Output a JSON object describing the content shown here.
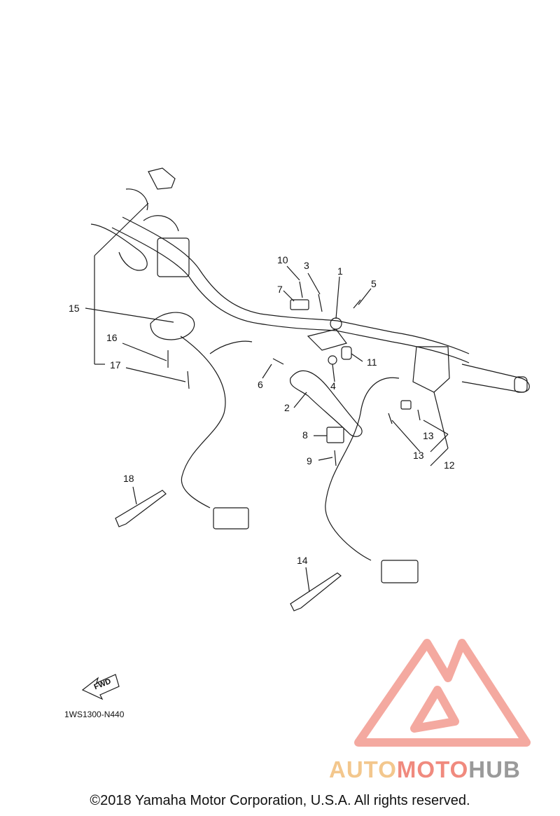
{
  "callouts": [
    {
      "id": "1",
      "text": "1"
    },
    {
      "id": "2",
      "text": "2"
    },
    {
      "id": "3",
      "text": "3"
    },
    {
      "id": "4",
      "text": "4"
    },
    {
      "id": "5",
      "text": "5"
    },
    {
      "id": "6",
      "text": "6"
    },
    {
      "id": "7",
      "text": "7"
    },
    {
      "id": "8",
      "text": "8"
    },
    {
      "id": "9",
      "text": "9"
    },
    {
      "id": "10",
      "text": "10"
    },
    {
      "id": "11",
      "text": "11"
    },
    {
      "id": "12",
      "text": "12"
    },
    {
      "id": "13a",
      "text": "13"
    },
    {
      "id": "13b",
      "text": "13"
    },
    {
      "id": "14",
      "text": "14"
    },
    {
      "id": "15",
      "text": "15"
    },
    {
      "id": "16",
      "text": "16"
    },
    {
      "id": "17",
      "text": "17"
    },
    {
      "id": "18",
      "text": "18"
    }
  ],
  "fwd_label": "FWD",
  "diagram_code": "1WS1300-N440",
  "copyright": "©2018 Yamaha Motor Corporation, U.S.A. All rights reserved.",
  "watermark": {
    "part1": "AUTO",
    "part2": "MOTO",
    "part3": "HUB"
  },
  "colors": {
    "line": "#1a1a1a",
    "watermark_red": "#f08a7e",
    "watermark_gold": "#f3c78d",
    "watermark_gray": "#9a9a9a"
  }
}
